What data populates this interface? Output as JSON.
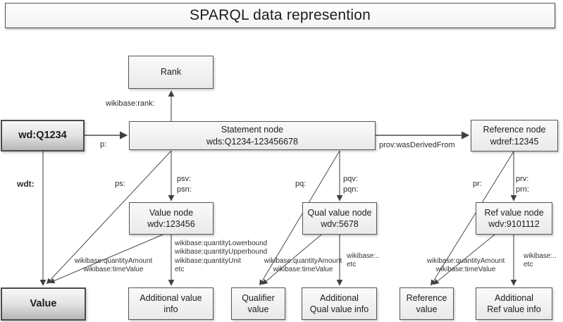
{
  "title": "SPARQL data represention",
  "nodes": {
    "rank": {
      "lines": [
        "Rank"
      ]
    },
    "entity": {
      "lines": [
        "wd:Q1234"
      ]
    },
    "statement": {
      "lines": [
        "Statement node",
        "wds:Q1234-123456678"
      ]
    },
    "reference": {
      "lines": [
        "Reference node",
        "wdref:12345"
      ]
    },
    "value_node": {
      "lines": [
        "Value node",
        "wdv:123456"
      ]
    },
    "qual_value_node": {
      "lines": [
        "Qual value node",
        "wdv:5678"
      ]
    },
    "ref_value_node": {
      "lines": [
        "Ref value node",
        "wdv:9101112"
      ]
    },
    "value": {
      "lines": [
        "Value"
      ]
    },
    "additional_value_info": {
      "lines": [
        "Additional value",
        "info"
      ]
    },
    "qualifier_value": {
      "lines": [
        "Qualifier",
        "value"
      ]
    },
    "additional_qual_value_info": {
      "lines": [
        "Additional",
        "Qual value info"
      ]
    },
    "reference_value": {
      "lines": [
        "Reference",
        "value"
      ]
    },
    "additional_ref_value_info": {
      "lines": [
        "Additional",
        "Ref value info"
      ]
    }
  },
  "edge_labels": {
    "wikibase_rank": "wikibase:rank:",
    "p": "p:",
    "wdt": "wdt:",
    "ps": "ps:",
    "psv": "psv:",
    "psn": "psn:",
    "pq": "pq:",
    "pqv": "pqv:",
    "pqn": "pqn:",
    "prov_was_derived_from": "prov:wasDerivedFrom",
    "pr": "pr:",
    "prv": "prv:",
    "prn": "prn:"
  },
  "annotations": {
    "value_node_to_value": [
      "wikibase:quantityAmount",
      "wikibase:timeValue"
    ],
    "value_node_to_additional": [
      "wikibase:quantityLowerbound",
      "wikibase:quantityUpperbound",
      "wikibase:quantityUnit",
      "etc"
    ],
    "qual_node_to_qualifier": [
      "wikibase:quantityAmount",
      "wikibase:timeValue"
    ],
    "qual_node_to_additional": [
      "wikibase:..",
      "etc"
    ],
    "ref_node_to_reference": [
      "wikibase:quantityAmount",
      "wikibase:timeValue"
    ],
    "ref_node_to_additional": [
      "wikibase:..",
      "etc"
    ]
  },
  "colors": {
    "background": "#ffffff",
    "node_fill_top": "#fafafa",
    "node_fill_bottom": "#e9e9e9",
    "emphasis_fill_bottom": "#b6b6b6",
    "node_border": "#565656",
    "arrow": "#4a4a4a",
    "text": "#1c1c1c"
  }
}
